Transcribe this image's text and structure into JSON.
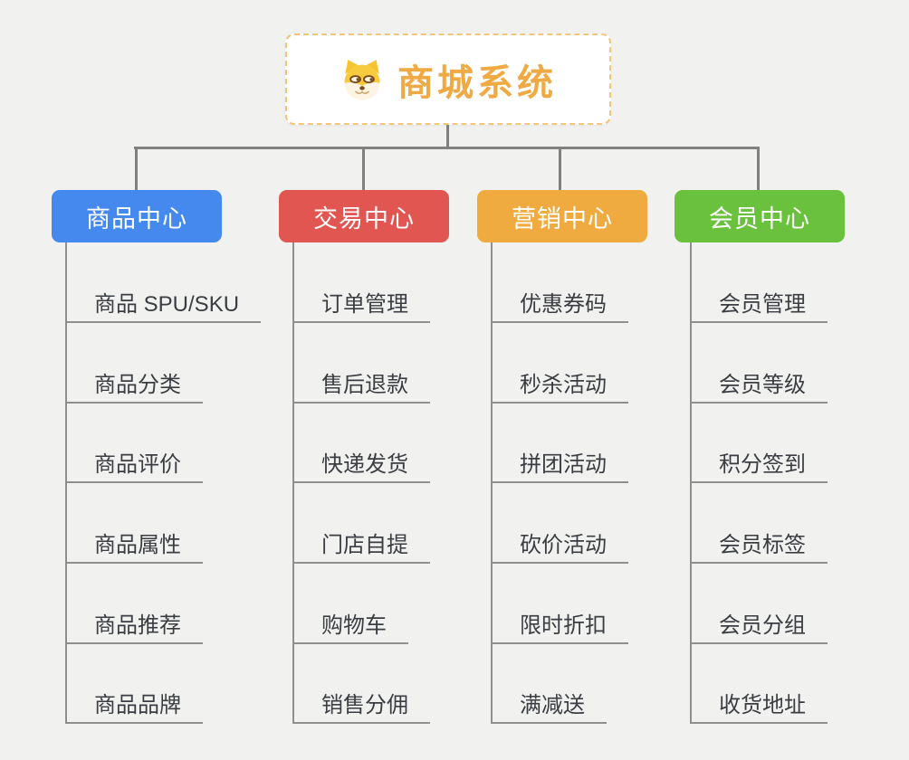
{
  "root": {
    "title": "商城系统",
    "icon": "shiba-dog-icon",
    "title_color": "#efaa43",
    "border_color": "#f3c579"
  },
  "style": {
    "background_color": "#f1f1f0",
    "connector_color": "#808080",
    "leaf_line_color": "#8f8f8f",
    "leaf_text_color": "#3a3d41"
  },
  "branches": [
    {
      "label": "商品中心",
      "color": "#4589ee",
      "items": [
        "商品 SPU/SKU",
        "商品分类",
        "商品评价",
        "商品属性",
        "商品推荐",
        "商品品牌"
      ]
    },
    {
      "label": "交易中心",
      "color": "#e25652",
      "items": [
        "订单管理",
        "售后退款",
        "快递发货",
        "门店自提",
        "购物车",
        "销售分佣"
      ]
    },
    {
      "label": "营销中心",
      "color": "#efab40",
      "items": [
        "优惠券码",
        "秒杀活动",
        "拼团活动",
        "砍价活动",
        "限时折扣",
        "满减送"
      ]
    },
    {
      "label": "会员中心",
      "color": "#6ac13d",
      "items": [
        "会员管理",
        "会员等级",
        "积分签到",
        "会员标签",
        "会员分组",
        "收货地址"
      ]
    }
  ]
}
